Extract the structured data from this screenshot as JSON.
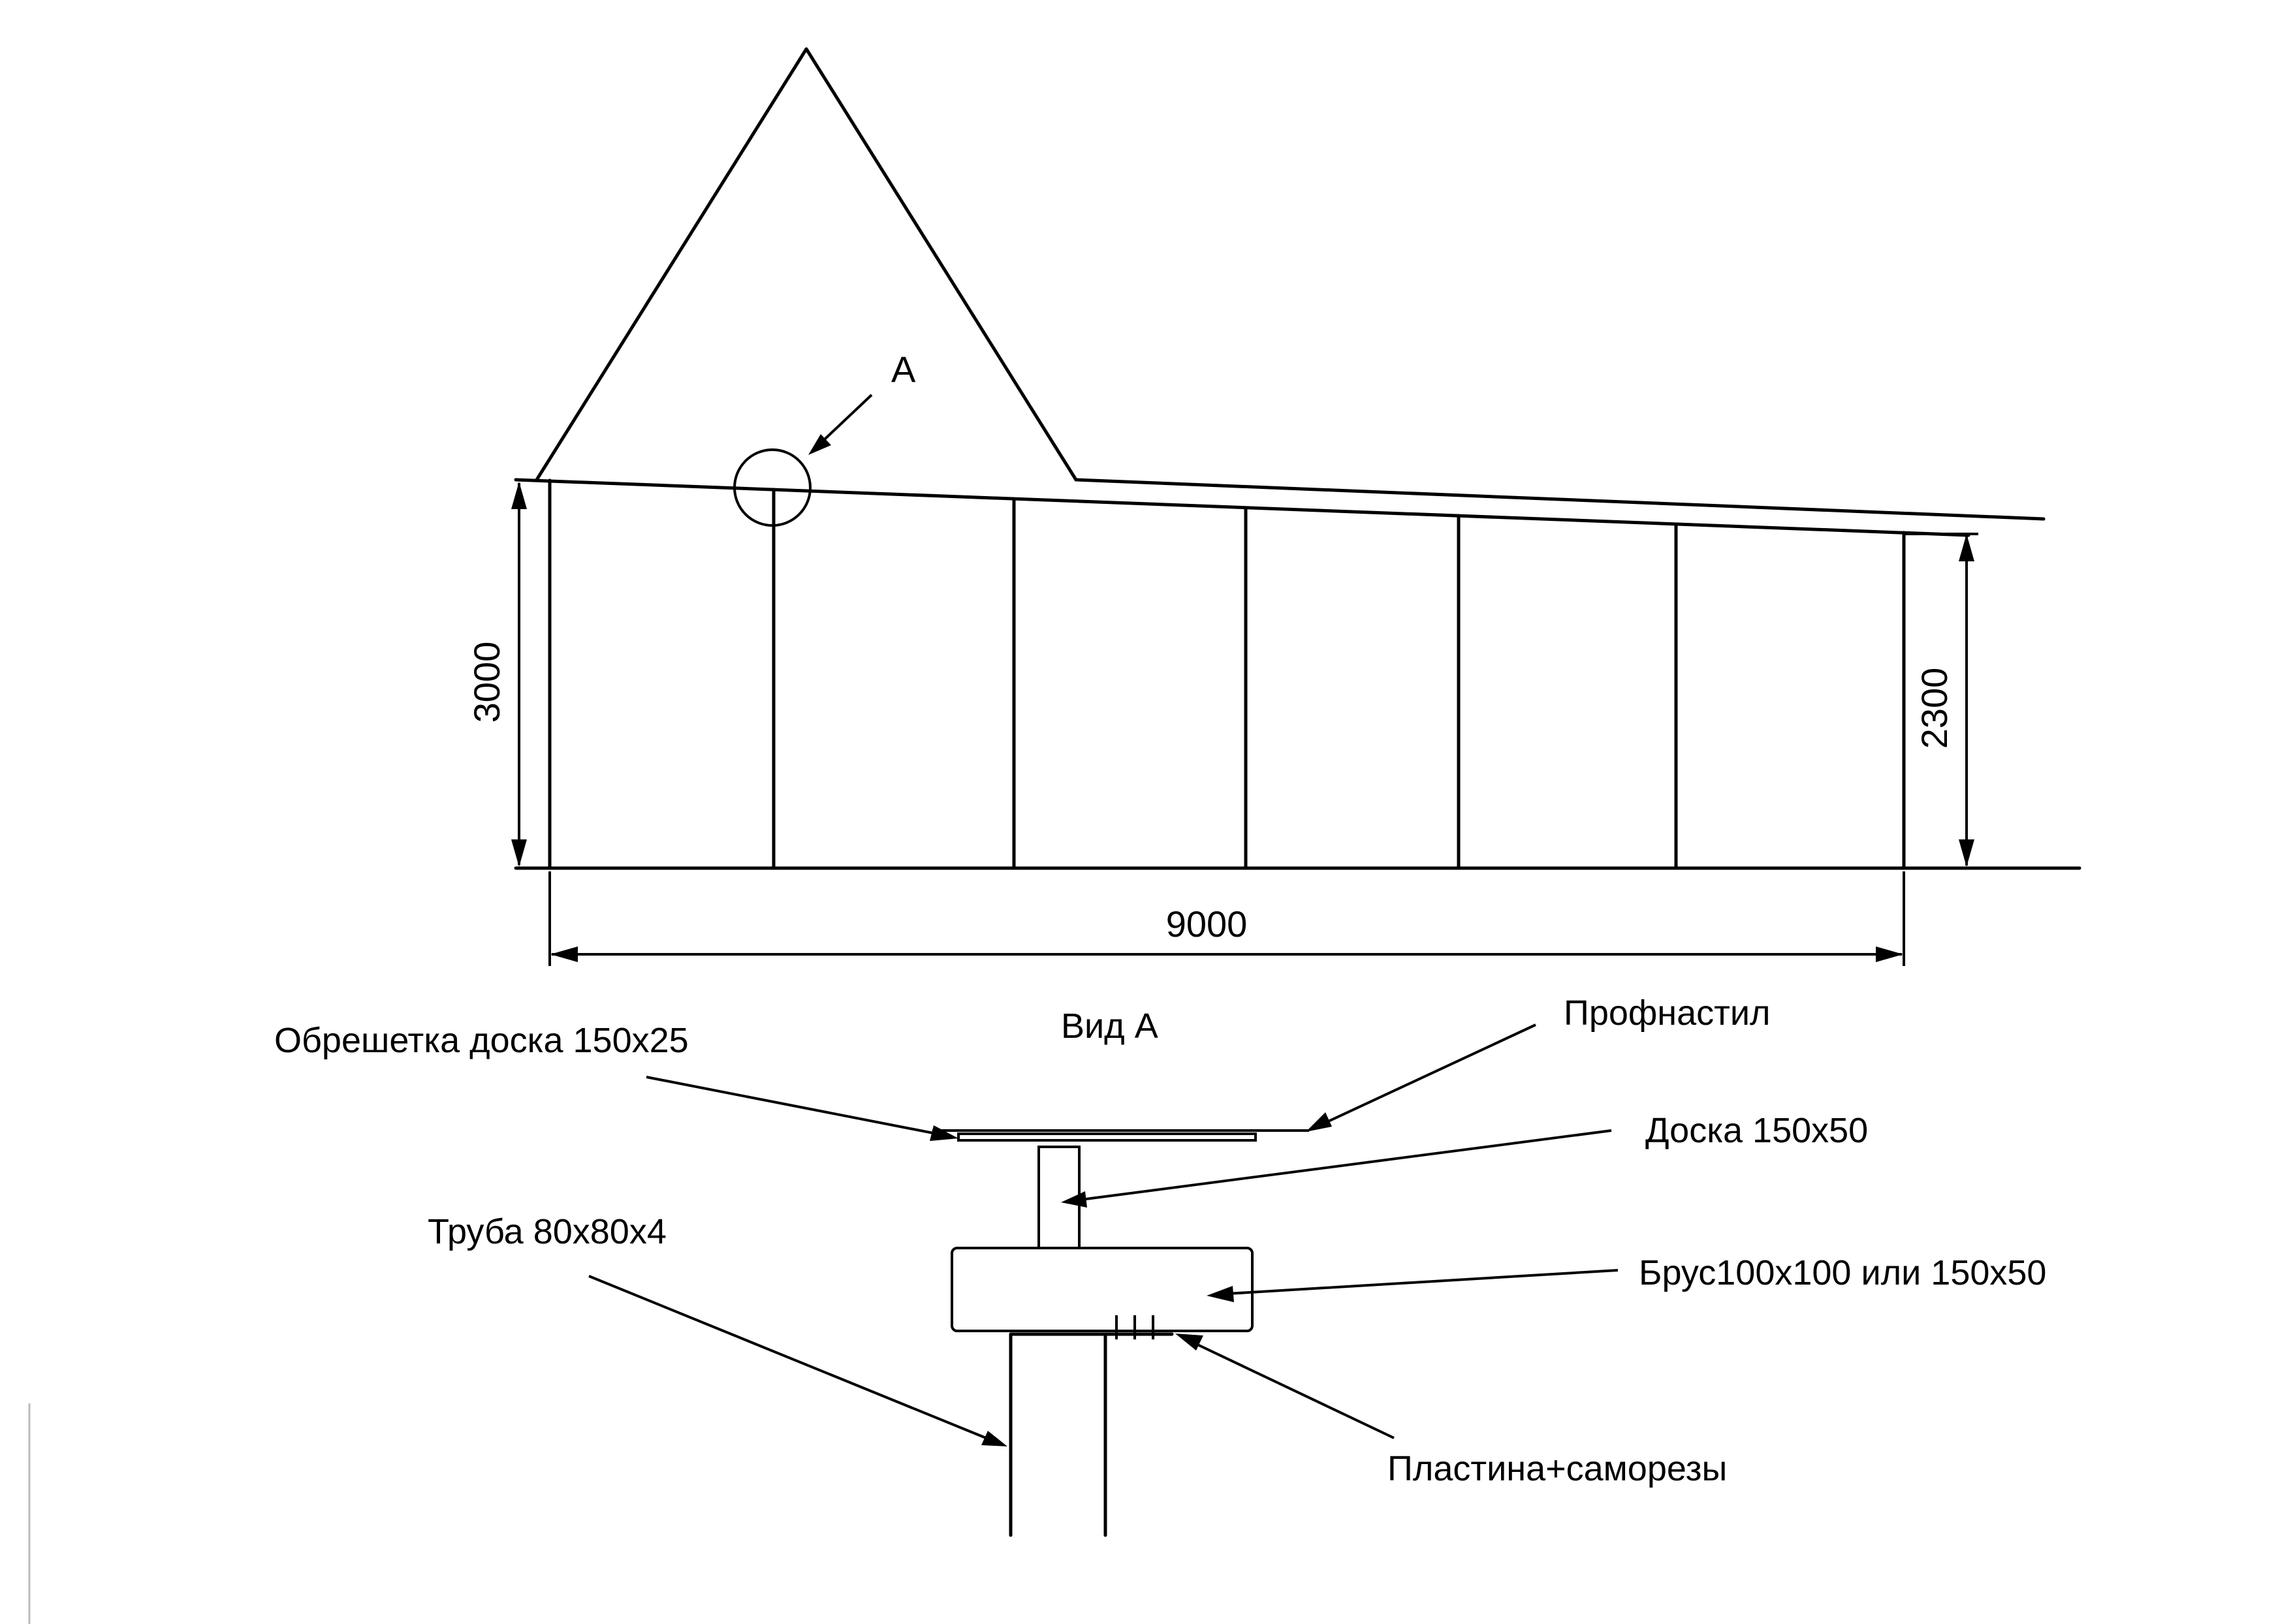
{
  "elevation": {
    "detail_marker": "A",
    "dimensions": {
      "left_height": "3000",
      "right_height": "2300",
      "span": "9000"
    }
  },
  "detail": {
    "title": "Вид А",
    "labels": {
      "battens": "Обрешетка доска 150x25",
      "profiled_sheet": "Профнастил",
      "board": "Доска 150x50",
      "beam": "Брус100x100 или 150x50",
      "pipe": "Труба 80x80x4",
      "plate": "Пластина+саморезы"
    }
  }
}
